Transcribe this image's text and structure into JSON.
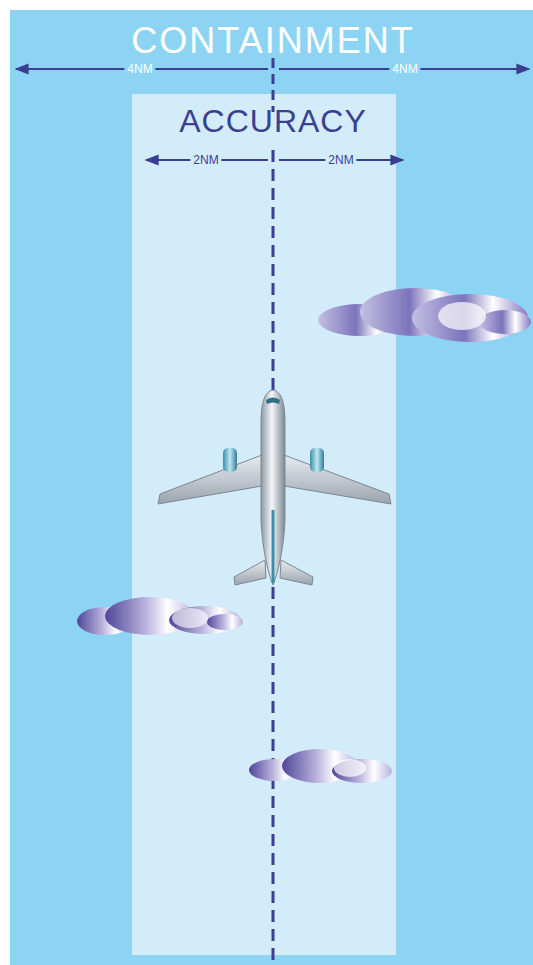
{
  "diagram": {
    "nodes": [
      {
        "text": [
          "CONTAINMENT"
        ]
      },
      {
        "text": [
          "ACCURACY"
        ],
        "in": 0
      }
    ],
    "labels": [
      "4NM",
      "4NM",
      "2NM",
      "2NM"
    ]
  }
}
